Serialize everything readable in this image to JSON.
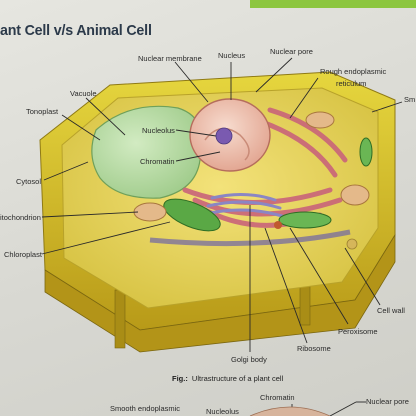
{
  "title": "ant Cell v/s Animal Cell",
  "labels": {
    "nuclear_membrane": "Nuclear membrane",
    "nucleus": "Nucleus",
    "nuclear_pore": "Nuclear pore",
    "rough_er_line1": "Rough endoplasmic",
    "rough_er_line2": "reticulum",
    "smooth_partial": "Sm",
    "vacuole": "Vacuole",
    "tonoplast": "Tonoplast",
    "nucleolus": "Nucleolus",
    "chromatin": "Chromatin",
    "cytosol": "Cytosol",
    "mitochondrion": "itochondrion",
    "chloroplast": "Chloroplast",
    "cell_wall": "Cell wall",
    "peroxisome": "Peroxisome",
    "ribosome": "Ribosome",
    "golgi_body": "Golgi body"
  },
  "figure_caption": {
    "prefix": "Fig.:",
    "text": "Ultrastructure of a plant cell"
  },
  "next_figure_labels": {
    "smooth_er": "Smooth endoplasmic",
    "nucleolus": "Nucleolus",
    "chromatin": "Chromatin",
    "nuclear_pore": "Nuclear pore"
  },
  "colors": {
    "cell_wall": "#d9c431",
    "cytoplasm": "#e8d45a",
    "vacuole": "#b9dca6",
    "nucleus": "#f0c8b8",
    "er": "#d77a8e",
    "chloroplast": "#5aa845",
    "golgi": "#8a86c4",
    "topbar": "#8cc63f"
  }
}
